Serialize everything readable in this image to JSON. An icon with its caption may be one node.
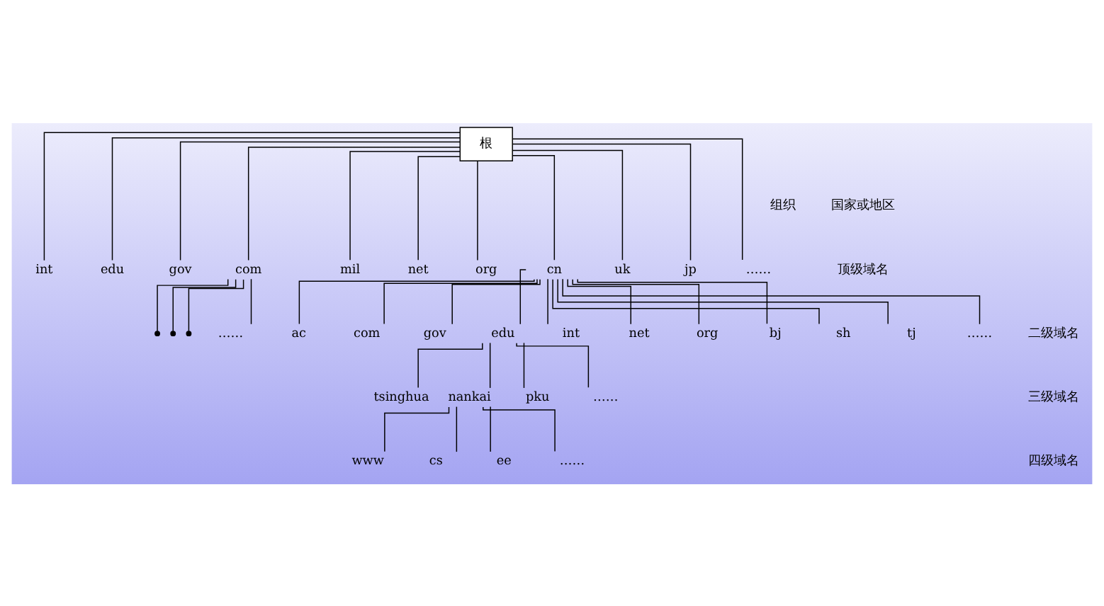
{
  "diagram": {
    "nodes": [
      {
        "text": [
          "根"
        ]
      },
      {
        "text": [
          "int"
        ]
      },
      {
        "text": [
          "edu"
        ]
      },
      {
        "text": [
          "gov"
        ]
      },
      {
        "text": [
          "com"
        ]
      },
      {
        "text": [
          "mil"
        ]
      },
      {
        "text": [
          "net"
        ]
      },
      {
        "text": [
          "org"
        ]
      },
      {
        "text": [
          "cn"
        ]
      },
      {
        "text": [
          "uk"
        ]
      },
      {
        "text": [
          "jp"
        ]
      },
      {
        "text": [
          "……"
        ]
      },
      {
        "text": [],
        "shape": "point"
      },
      {
        "text": [],
        "shape": "point"
      },
      {
        "text": [],
        "shape": "point"
      },
      {
        "text": [
          "……"
        ]
      },
      {
        "text": [
          "ac"
        ]
      },
      {
        "text": [
          "com"
        ]
      },
      {
        "text": [
          "gov"
        ]
      },
      {
        "text": [
          "edu"
        ]
      },
      {
        "text": [
          "int"
        ]
      },
      {
        "text": [
          "net"
        ]
      },
      {
        "text": [
          "org"
        ]
      },
      {
        "text": [
          "bj"
        ]
      },
      {
        "text": [
          "sh"
        ]
      },
      {
        "text": [
          "tj"
        ]
      },
      {
        "text": [
          "……"
        ]
      },
      {
        "text": [
          "tsinghua"
        ]
      },
      {
        "text": [
          "nankai"
        ]
      },
      {
        "text": [
          "pku"
        ]
      },
      {
        "text": [
          "……"
        ]
      },
      {
        "text": [
          "www"
        ]
      },
      {
        "text": [
          "cs"
        ]
      },
      {
        "text": [
          "ee"
        ]
      },
      {
        "text": [
          "……"
        ]
      }
    ],
    "edges": [
      {
        "from": 0,
        "to": 1,
        "arrow": "none"
      },
      {
        "from": 0,
        "to": 2,
        "arrow": "none"
      },
      {
        "from": 0,
        "to": 3,
        "arrow": "none"
      },
      {
        "from": 0,
        "to": 4,
        "arrow": "none"
      },
      {
        "from": 0,
        "to": 5,
        "arrow": "none"
      },
      {
        "from": 0,
        "to": 6,
        "arrow": "none"
      },
      {
        "from": 0,
        "to": 7,
        "arrow": "none"
      },
      {
        "from": 0,
        "to": 8,
        "arrow": "none"
      },
      {
        "from": 0,
        "to": 9,
        "arrow": "none"
      },
      {
        "from": 0,
        "to": 10,
        "arrow": "none"
      },
      {
        "from": 0,
        "to": 11,
        "arrow": "none"
      },
      {
        "from": 4,
        "to": 12,
        "arrow": "none"
      },
      {
        "from": 4,
        "to": 13,
        "arrow": "none"
      },
      {
        "from": 4,
        "to": 14,
        "arrow": "none"
      },
      {
        "from": 4,
        "to": 15,
        "arrow": "none"
      },
      {
        "from": 8,
        "to": 16,
        "arrow": "none"
      },
      {
        "from": 8,
        "to": 17,
        "arrow": "none"
      },
      {
        "from": 8,
        "to": 18,
        "arrow": "none"
      },
      {
        "from": 8,
        "to": 19,
        "arrow": "none"
      },
      {
        "from": 8,
        "to": 20,
        "arrow": "none"
      },
      {
        "from": 8,
        "to": 21,
        "arrow": "none"
      },
      {
        "from": 8,
        "to": 22,
        "arrow": "none"
      },
      {
        "from": 8,
        "to": 23,
        "arrow": "none"
      },
      {
        "from": 8,
        "to": 24,
        "arrow": "none"
      },
      {
        "from": 8,
        "to": 25,
        "arrow": "none"
      },
      {
        "from": 8,
        "to": 26,
        "arrow": "none"
      },
      {
        "from": 19,
        "to": 27,
        "arrow": "none"
      },
      {
        "from": 19,
        "to": 28,
        "arrow": "none"
      },
      {
        "from": 19,
        "to": 29,
        "arrow": "none"
      },
      {
        "from": 19,
        "to": 30,
        "arrow": "none"
      },
      {
        "from": 28,
        "to": 31,
        "arrow": "none"
      },
      {
        "from": 28,
        "to": 32,
        "arrow": "none"
      },
      {
        "from": 28,
        "to": 33,
        "arrow": "none"
      },
      {
        "from": 28,
        "to": 34,
        "arrow": "none"
      }
    ],
    "labels": [
      "组织",
      "国家或地区",
      "顶级域名",
      "二级域名",
      "三级域名",
      "四级域名"
    ]
  }
}
